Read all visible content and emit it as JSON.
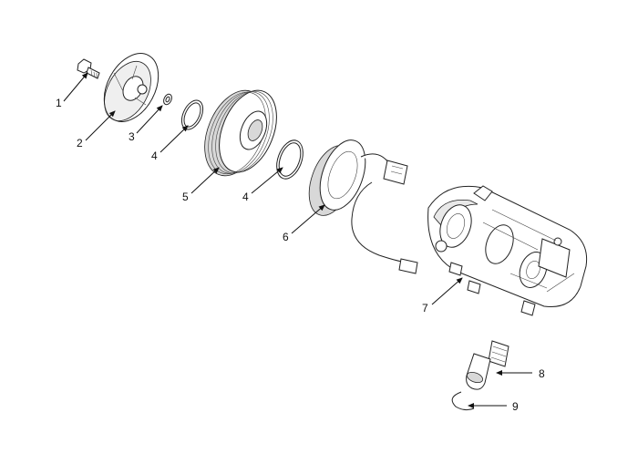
{
  "diagram": {
    "callouts": [
      {
        "id": "bolt",
        "label": "1"
      },
      {
        "id": "pressure-plate",
        "label": "2"
      },
      {
        "id": "shim",
        "label": "3"
      },
      {
        "id": "snap-ring-a",
        "label": "4"
      },
      {
        "id": "pulley",
        "label": "5"
      },
      {
        "id": "snap-ring-b",
        "label": "4"
      },
      {
        "id": "field-coil",
        "label": "6"
      },
      {
        "id": "compressor",
        "label": "7"
      },
      {
        "id": "relief-valve",
        "label": "8"
      },
      {
        "id": "clip",
        "label": "9"
      }
    ]
  }
}
